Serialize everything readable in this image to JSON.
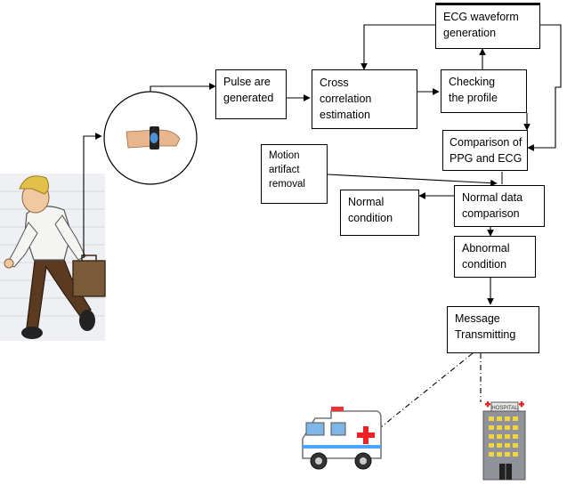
{
  "diagram": {
    "boxes": {
      "ecg_waveform": {
        "line1": "ECG waveform",
        "line2": "generation"
      },
      "pulse": {
        "line1": "Pulse are",
        "line2": "generated"
      },
      "cross": {
        "line1": "Cross",
        "line2": "correlation",
        "line3": "estimation"
      },
      "checking": {
        "line1": "Checking",
        "line2": "the profile"
      },
      "comparison": {
        "line1": "Comparison of",
        "line2": "PPG and ECG"
      },
      "motion": {
        "line1": "Motion",
        "line2": "artifact",
        "line3": "removal"
      },
      "normal_condition": {
        "line1": "Normal",
        "line2": "condition"
      },
      "normal_data": {
        "line1": "Normal data",
        "line2": "comparison"
      },
      "abnormal": {
        "line1": "Abnormal",
        "line2": "condition"
      },
      "message": {
        "line1": "Message",
        "line2": "Transmitting"
      }
    },
    "hospital_sign": "HOSPITAL"
  }
}
